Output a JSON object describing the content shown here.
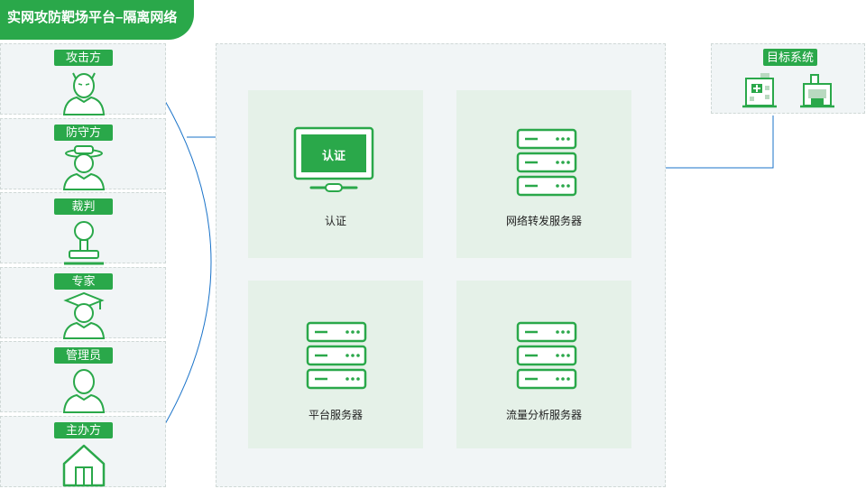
{
  "header": {
    "title": "实网攻防靶场平台–隔离网络"
  },
  "roles": [
    {
      "label": "攻击方",
      "icon": "attacker-icon"
    },
    {
      "label": "防守方",
      "icon": "defender-icon"
    },
    {
      "label": "裁判",
      "icon": "referee-icon"
    },
    {
      "label": "专家",
      "icon": "expert-icon"
    },
    {
      "label": "管理员",
      "icon": "admin-icon"
    },
    {
      "label": "主办方",
      "icon": "organizer-icon"
    }
  ],
  "nodes": {
    "auth": {
      "label": "认证",
      "screen_text": "认证",
      "icon": "monitor-icon"
    },
    "forward": {
      "label": "网络转发服务器",
      "icon": "server-icon"
    },
    "platform": {
      "label": "平台服务器",
      "icon": "server-icon"
    },
    "traffic": {
      "label": "流量分析服务器",
      "icon": "server-icon"
    }
  },
  "target": {
    "label": "目标系统",
    "icons": [
      "hospital-building-icon",
      "factory-building-icon"
    ]
  },
  "colors": {
    "accent": "#2aa84a",
    "line": "#1a73c9",
    "panel": "#f1f5f6",
    "node": "#e5f1e8"
  }
}
